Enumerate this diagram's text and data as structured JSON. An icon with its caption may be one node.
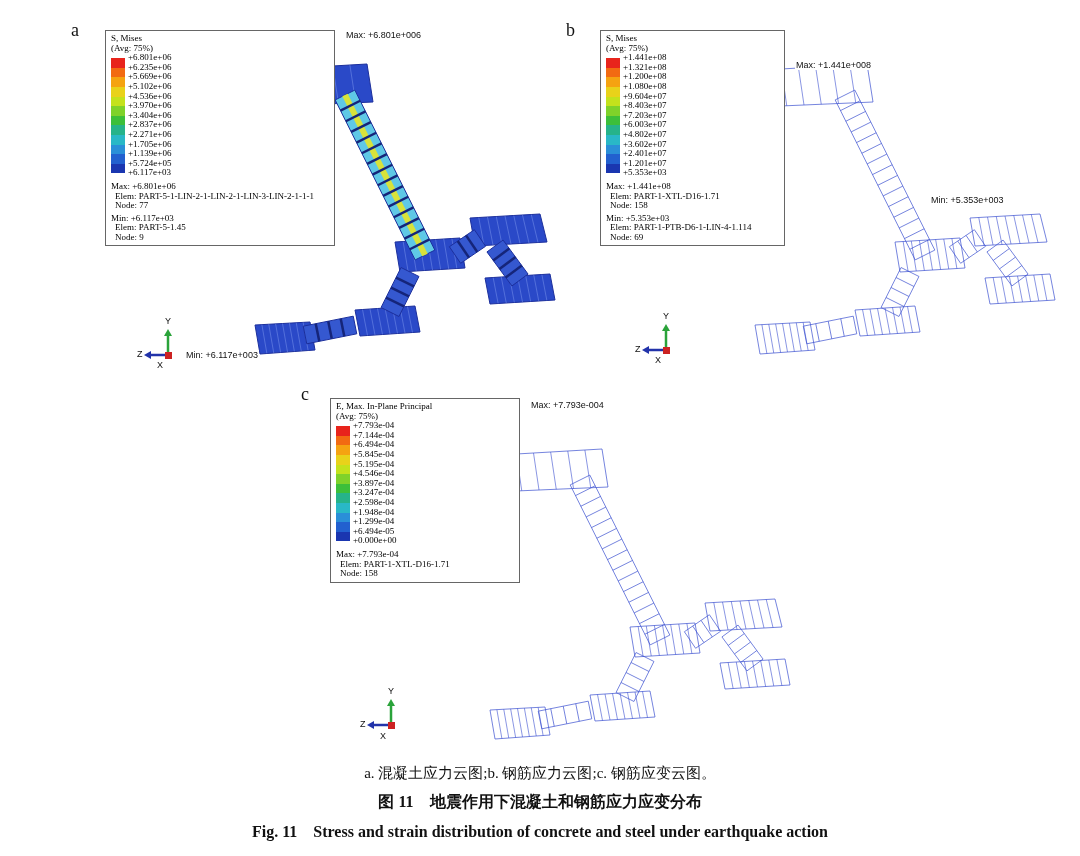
{
  "diagram": {
    "nodes": [
      {
        "text": [
          "S, Mises",
          "(Avg: 75%)",
          "+6.801e+06",
          "+6.235e+06",
          "+5.669e+06",
          "+5.102e+06",
          "+4.536e+06",
          "+3.970e+06",
          "+3.404e+06",
          "+2.837e+06",
          "+2.271e+06",
          "+1.705e+06",
          "+1.139e+06",
          "+5.724e+05",
          "+6.117e+03",
          "Max: +6.801e+06",
          "Elem: PART-5-1-LIN-2-1-LIN-2-1-LIN-3-LIN-2-1-1-1",
          "Node: 77",
          "Min: +6.117e+03",
          "Elem: PART-5-1.45",
          "Node: 9"
        ]
      },
      {
        "text": [
          "S, Mises",
          "(Avg: 75%)",
          "+1.441e+08",
          "+1.321e+08",
          "+1.200e+08",
          "+1.080e+08",
          "+9.604e+07",
          "+8.403e+07",
          "+7.203e+07",
          "+6.003e+07",
          "+4.802e+07",
          "+3.602e+07",
          "+2.401e+07",
          "+1.201e+07",
          "+5.353e+03",
          "Max: +1.441e+08",
          "Elem: PART-1-XTL-D16-1.71",
          "Node: 158",
          "Min: +5.353e+03",
          "Elem: PART-1-PTB-D6-1-LIN-4-1.114",
          "Node: 69"
        ]
      },
      {
        "text": [
          "E, Max. In-Plane Principal",
          "(Avg: 75%)",
          "+7.793e-04",
          "+7.144e-04",
          "+6.494e-04",
          "+5.845e-04",
          "+5.195e-04",
          "+4.546e-04",
          "+3.897e-04",
          "+3.247e-04",
          "+2.598e-04",
          "+1.948e-04",
          "+1.299e-04",
          "+6.494e-05",
          "+0.000e+00",
          "Max: +7.793e-04",
          "Elem: PART-1-XTL-D16-1.71",
          "Node: 158"
        ]
      }
    ],
    "labels": [
      "a",
      "Max: +6.801e+006",
      "Y",
      "Z",
      "X",
      "Min: +6.117e+003",
      "b",
      "Max: +1.441e+008",
      "Min: +5.353e+003",
      "Y",
      "Z",
      "X",
      "c",
      "Max: +7.793e-004",
      "Y",
      "Z",
      "X",
      "a. 混凝土应力云图;b. 钢筋应力云图;c. 钢筋应变云图。",
      "图 11　地震作用下混凝土和钢筋应力应变分布",
      "Fig. 11　Stress and strain distribution of concrete and steel under earthquake action"
    ]
  }
}
